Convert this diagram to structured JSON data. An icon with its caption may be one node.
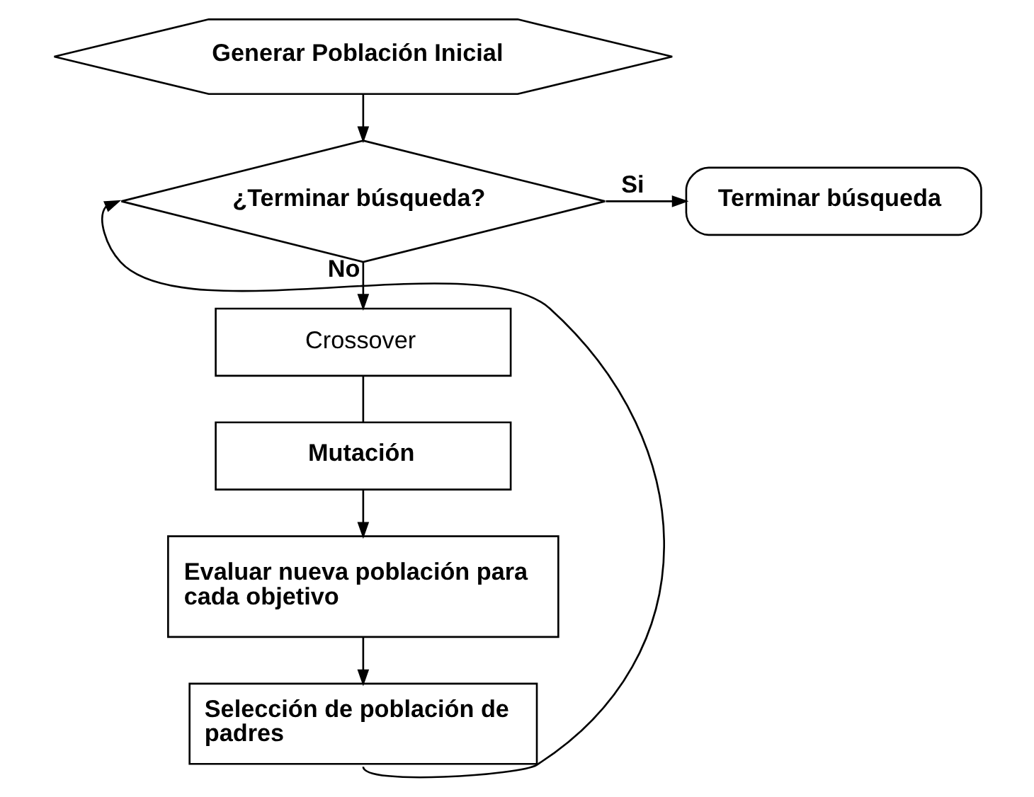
{
  "diagram": {
    "nodes": [
      {
        "text": [
          "Generar Población Inicial"
        ]
      },
      {
        "text": [
          "¿Terminar búsqueda?"
        ]
      },
      {
        "text": [
          "Terminar búsqueda"
        ]
      },
      {
        "text": [
          "Crossover"
        ]
      },
      {
        "text": [
          "Mutación"
        ]
      },
      {
        "text": [
          "Evaluar nueva población para cada objetivo"
        ]
      },
      {
        "text": [
          "Selección de población de padres"
        ]
      }
    ],
    "edges": [
      {
        "from": 0,
        "to": 1,
        "arrow": "to"
      },
      {
        "from": 1,
        "to": 2,
        "arrow": "to",
        "label": "Si"
      },
      {
        "from": 1,
        "to": 3,
        "arrow": "to",
        "label": "No"
      },
      {
        "from": 3,
        "to": 4,
        "arrow": "none"
      },
      {
        "from": 4,
        "to": 5,
        "arrow": "to"
      },
      {
        "from": 5,
        "to": 6,
        "arrow": "to"
      },
      {
        "from": 6,
        "to": 1,
        "arrow": "to"
      }
    ]
  }
}
